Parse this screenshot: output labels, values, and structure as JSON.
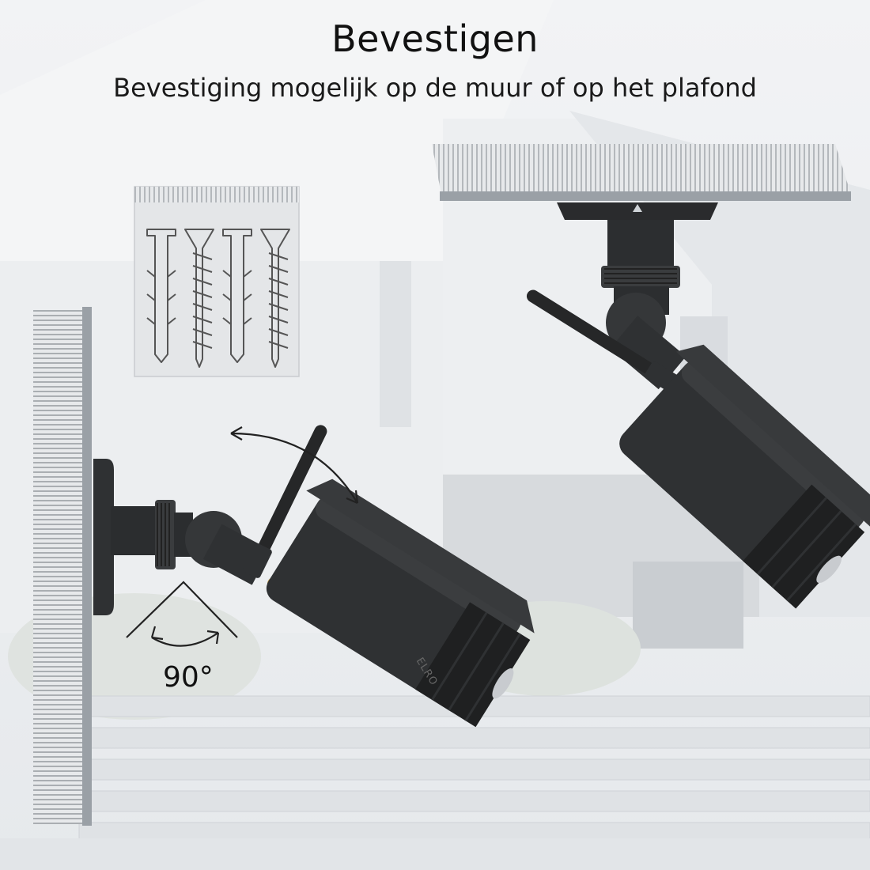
{
  "heading": {
    "title": "Bevestigen",
    "subtitle": "Bevestiging mogelijk op de muur of op het plafond"
  },
  "diagram": {
    "angle_label": "90°",
    "brand": "ELRO"
  },
  "colors": {
    "camera_body": "#2f3133",
    "camera_dark": "#1f2021",
    "background_wash": "#eef0f2",
    "hatch_grey": "#9ea3a8"
  }
}
